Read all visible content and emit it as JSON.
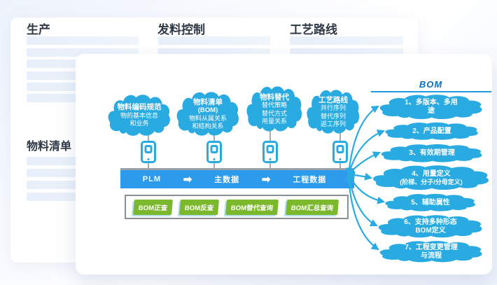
{
  "background": {
    "headings": {
      "production": "生产",
      "material_issue_control": "发料控制",
      "process_route": "工艺路线",
      "bill_of_materials": "物料清单"
    }
  },
  "diagram": {
    "source_clouds": [
      {
        "title": "物料编码规范",
        "lines": [
          "物的基本信息",
          "和业务"
        ]
      },
      {
        "title": "物料清单",
        "subtitle": "(BOM)",
        "lines": [
          "物料从属关系",
          "和结构关系"
        ]
      },
      {
        "title": "物料替代",
        "lines": [
          "替代策略",
          "替代方式",
          "用量关系"
        ]
      },
      {
        "title": "工艺路线",
        "lines": [
          "并行序列",
          "替代序列",
          "返工序列"
        ]
      }
    ],
    "pipeline": {
      "stages": [
        "PLM",
        "主数据",
        "工程数据"
      ],
      "arrow_icon": "➡"
    },
    "queries": [
      "BOM正查",
      "BOM反查",
      "BOM替代查询",
      "BOM汇总查询"
    ],
    "bom_panel": {
      "title": "BOM",
      "items": [
        {
          "lines": [
            "1、多版本、多用",
            "途"
          ]
        },
        {
          "lines": [
            "2、产品配置"
          ]
        },
        {
          "lines": [
            "3、有效期管理"
          ]
        },
        {
          "lines": [
            "4、用量定义",
            "(阶梯、分子/分母定义)"
          ]
        },
        {
          "lines": [
            "5、辅助属性"
          ]
        },
        {
          "lines": [
            "6、支持多种形态",
            "BOM定义"
          ]
        },
        {
          "lines": [
            "7、工程变更管理",
            "与流程"
          ]
        }
      ]
    },
    "colors": {
      "cloud_blue": "#29ABE2",
      "bar_blue": "#2D9BEB",
      "button_green": "#7CB82E",
      "bom_title_blue": "#0B6DBE"
    }
  }
}
